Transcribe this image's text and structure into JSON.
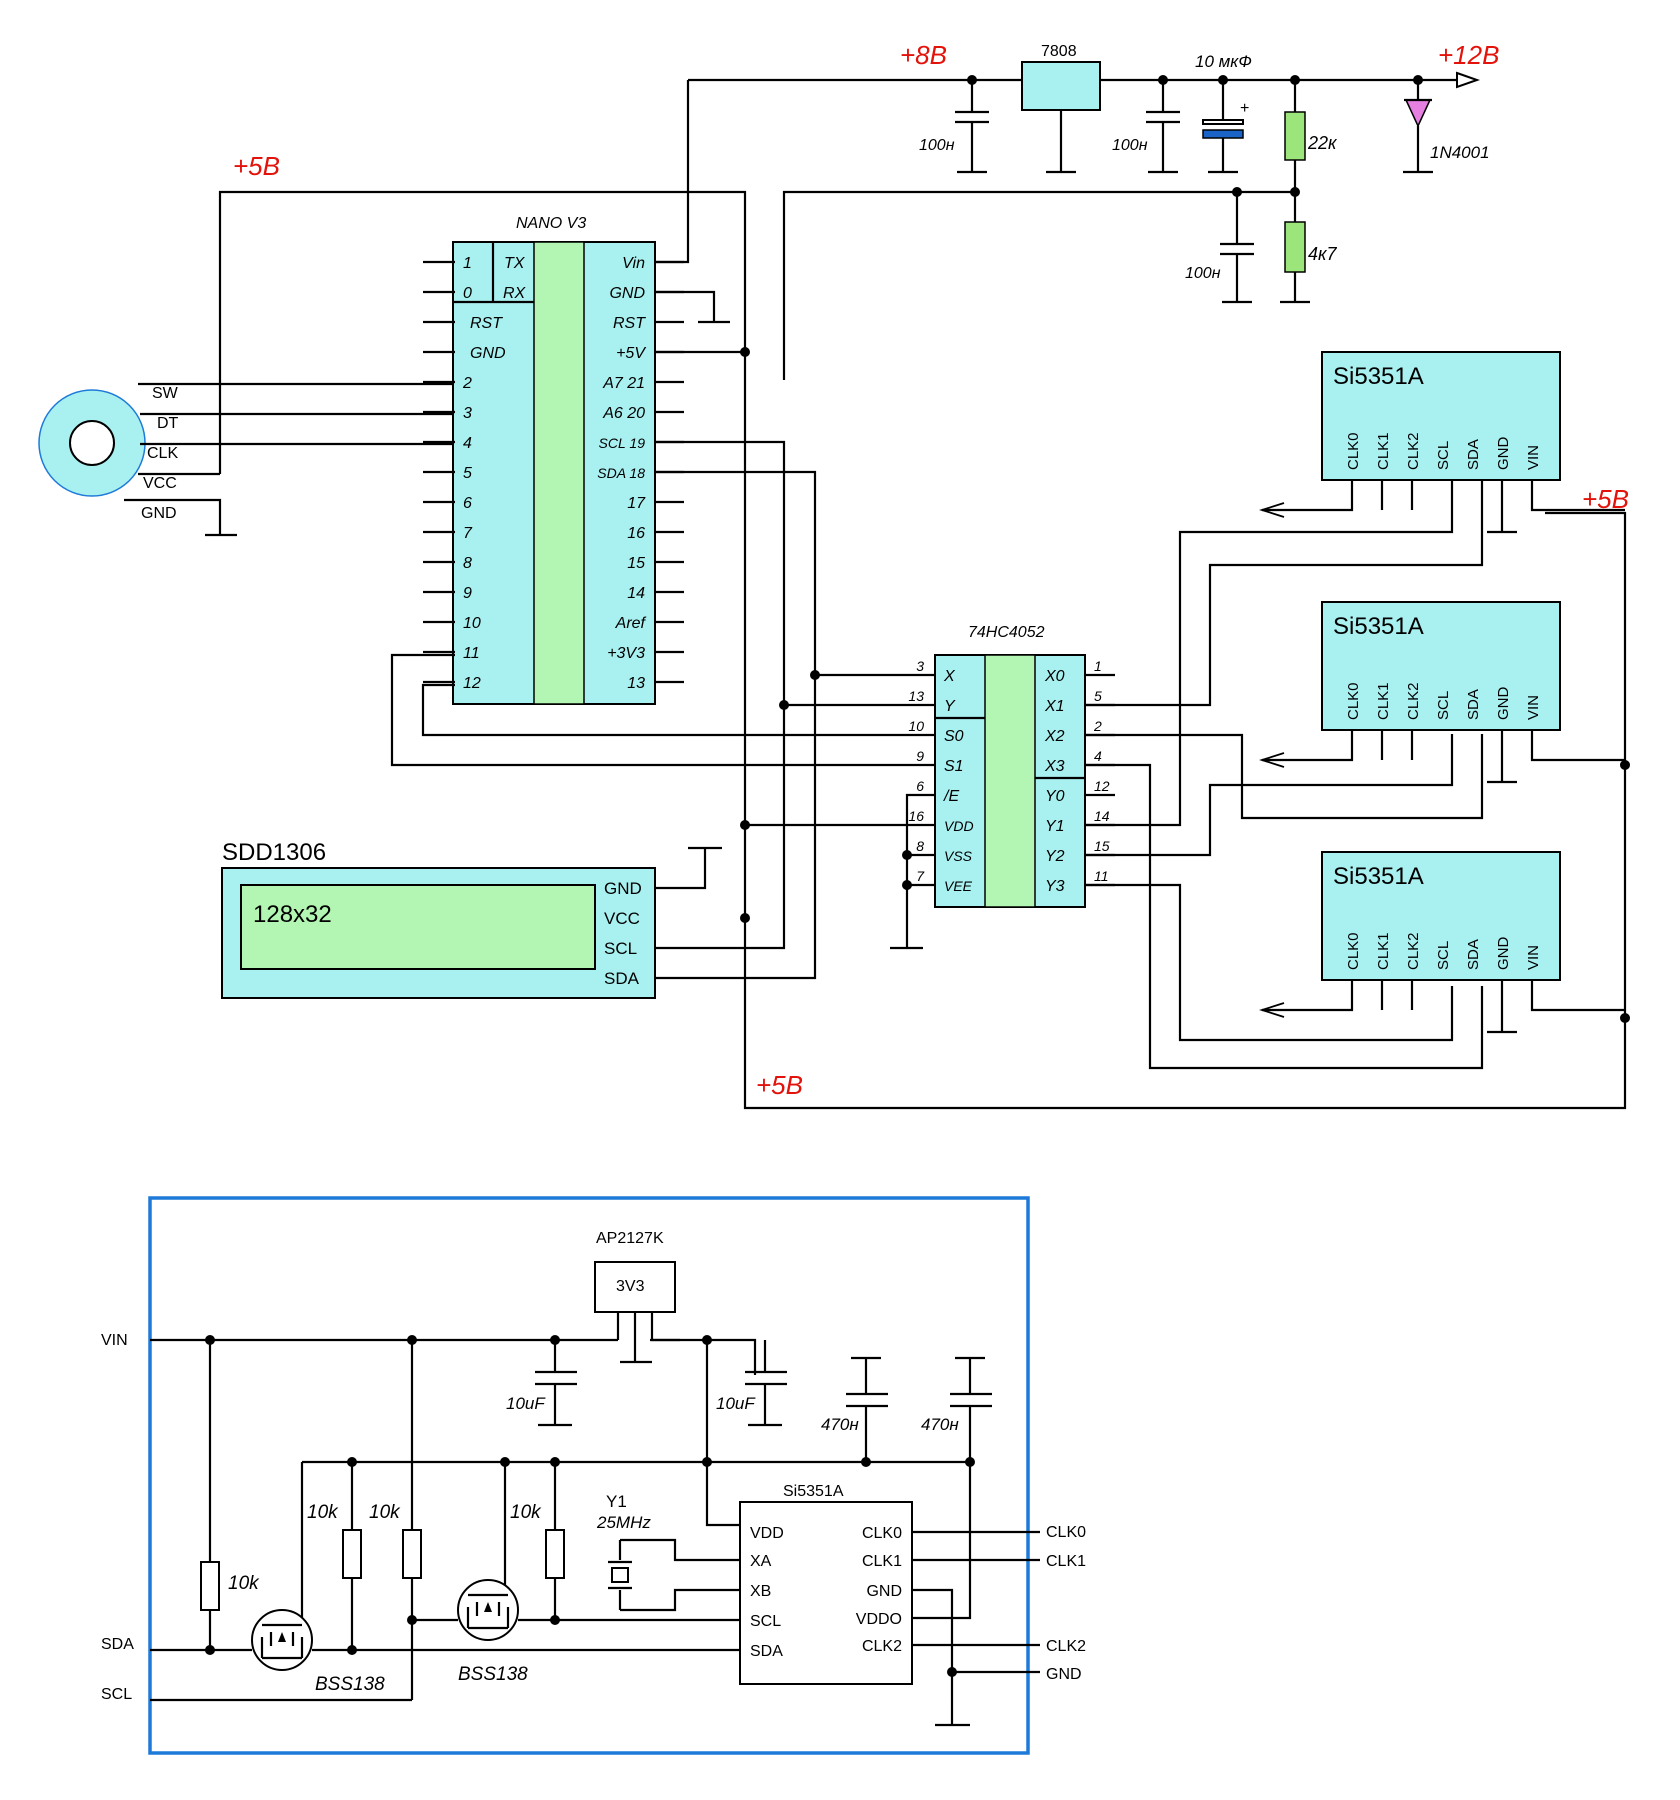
{
  "colors": {
    "module": "#a9f0f0",
    "green": "#b3f6b3",
    "red_label": "#e3120b",
    "frame": "#1e7ad8",
    "capacitor": "#1a64c8",
    "diode": "#e57fe0",
    "resistor": "#9be57a"
  },
  "rails": {
    "p8": "+8В",
    "p12": "+12В",
    "p5_a": "+5В",
    "p5_b": "+5В",
    "p5_c": "+5В"
  },
  "regulator": {
    "name": "7808"
  },
  "parts": {
    "c_in": "100н",
    "c_out": "100н",
    "c_elec": "10 мкФ",
    "r1": "22к",
    "r2": "4к7",
    "c_div": "100н",
    "diode": "1N4001"
  },
  "nano": {
    "title": "NANO V3",
    "left_top": [
      "1",
      "0"
    ],
    "txrx": [
      "TX",
      "RX"
    ],
    "left": [
      "RST",
      "GND",
      "2",
      "3",
      "4",
      "5",
      "6",
      "7",
      "8",
      "9",
      "10",
      "11",
      "12"
    ],
    "right": [
      "Vin",
      "GND",
      "RST",
      "+5V",
      "A7  21",
      "A6  20",
      "SCL  19",
      "SDA  18",
      "17",
      "16",
      "15",
      "14",
      "Aref",
      "+3V3",
      "13"
    ]
  },
  "encoder": {
    "pins": [
      "SW",
      "DT",
      "CLK",
      "VCC",
      "GND"
    ]
  },
  "si_modules": {
    "title": "Si5351A",
    "pins": [
      "CLK0",
      "CLK1",
      "CLK2",
      "SCL",
      "SDA",
      "GND",
      "VIN"
    ]
  },
  "mux": {
    "title": "74HC4052",
    "left_names": [
      "X",
      "Y",
      "S0",
      "S1",
      "/E",
      "VDD",
      "VSS",
      "VEE"
    ],
    "left_nums": [
      "3",
      "13",
      "10",
      "9",
      "6",
      "16",
      "8",
      "7"
    ],
    "right_names": [
      "X0",
      "X1",
      "X2",
      "X3",
      "Y0",
      "Y1",
      "Y2",
      "Y3"
    ],
    "right_nums": [
      "1",
      "5",
      "2",
      "4",
      "12",
      "14",
      "15",
      "11"
    ]
  },
  "oled": {
    "title": "SDD1306",
    "screen": "128x32",
    "pins": [
      "GND",
      "VCC",
      "SCL",
      "SDA"
    ]
  },
  "detail": {
    "vin": "VIN",
    "sda": "SDA",
    "scl": "SCL",
    "ldo_name": "AP2127K",
    "ldo_body": "3V3",
    "c1": "10uF",
    "c2": "10uF",
    "c3": "470н",
    "c4": "470н",
    "r_a": "10k",
    "r_b": "10k",
    "r_c": "10k",
    "r_d": "10k",
    "fet1": "BSS138",
    "fet2": "BSS138",
    "xtal": "Y1",
    "xtal_f": "25MHz",
    "ic": "Si5351A",
    "ic_left": [
      "VDD",
      "XA",
      "XB",
      "SCL",
      "SDA"
    ],
    "ic_right": [
      "CLK0",
      "CLK1",
      "GND",
      "VDDO",
      "CLK2"
    ],
    "outs": [
      "CLK0",
      "CLK1",
      "CLK2",
      "GND"
    ]
  }
}
